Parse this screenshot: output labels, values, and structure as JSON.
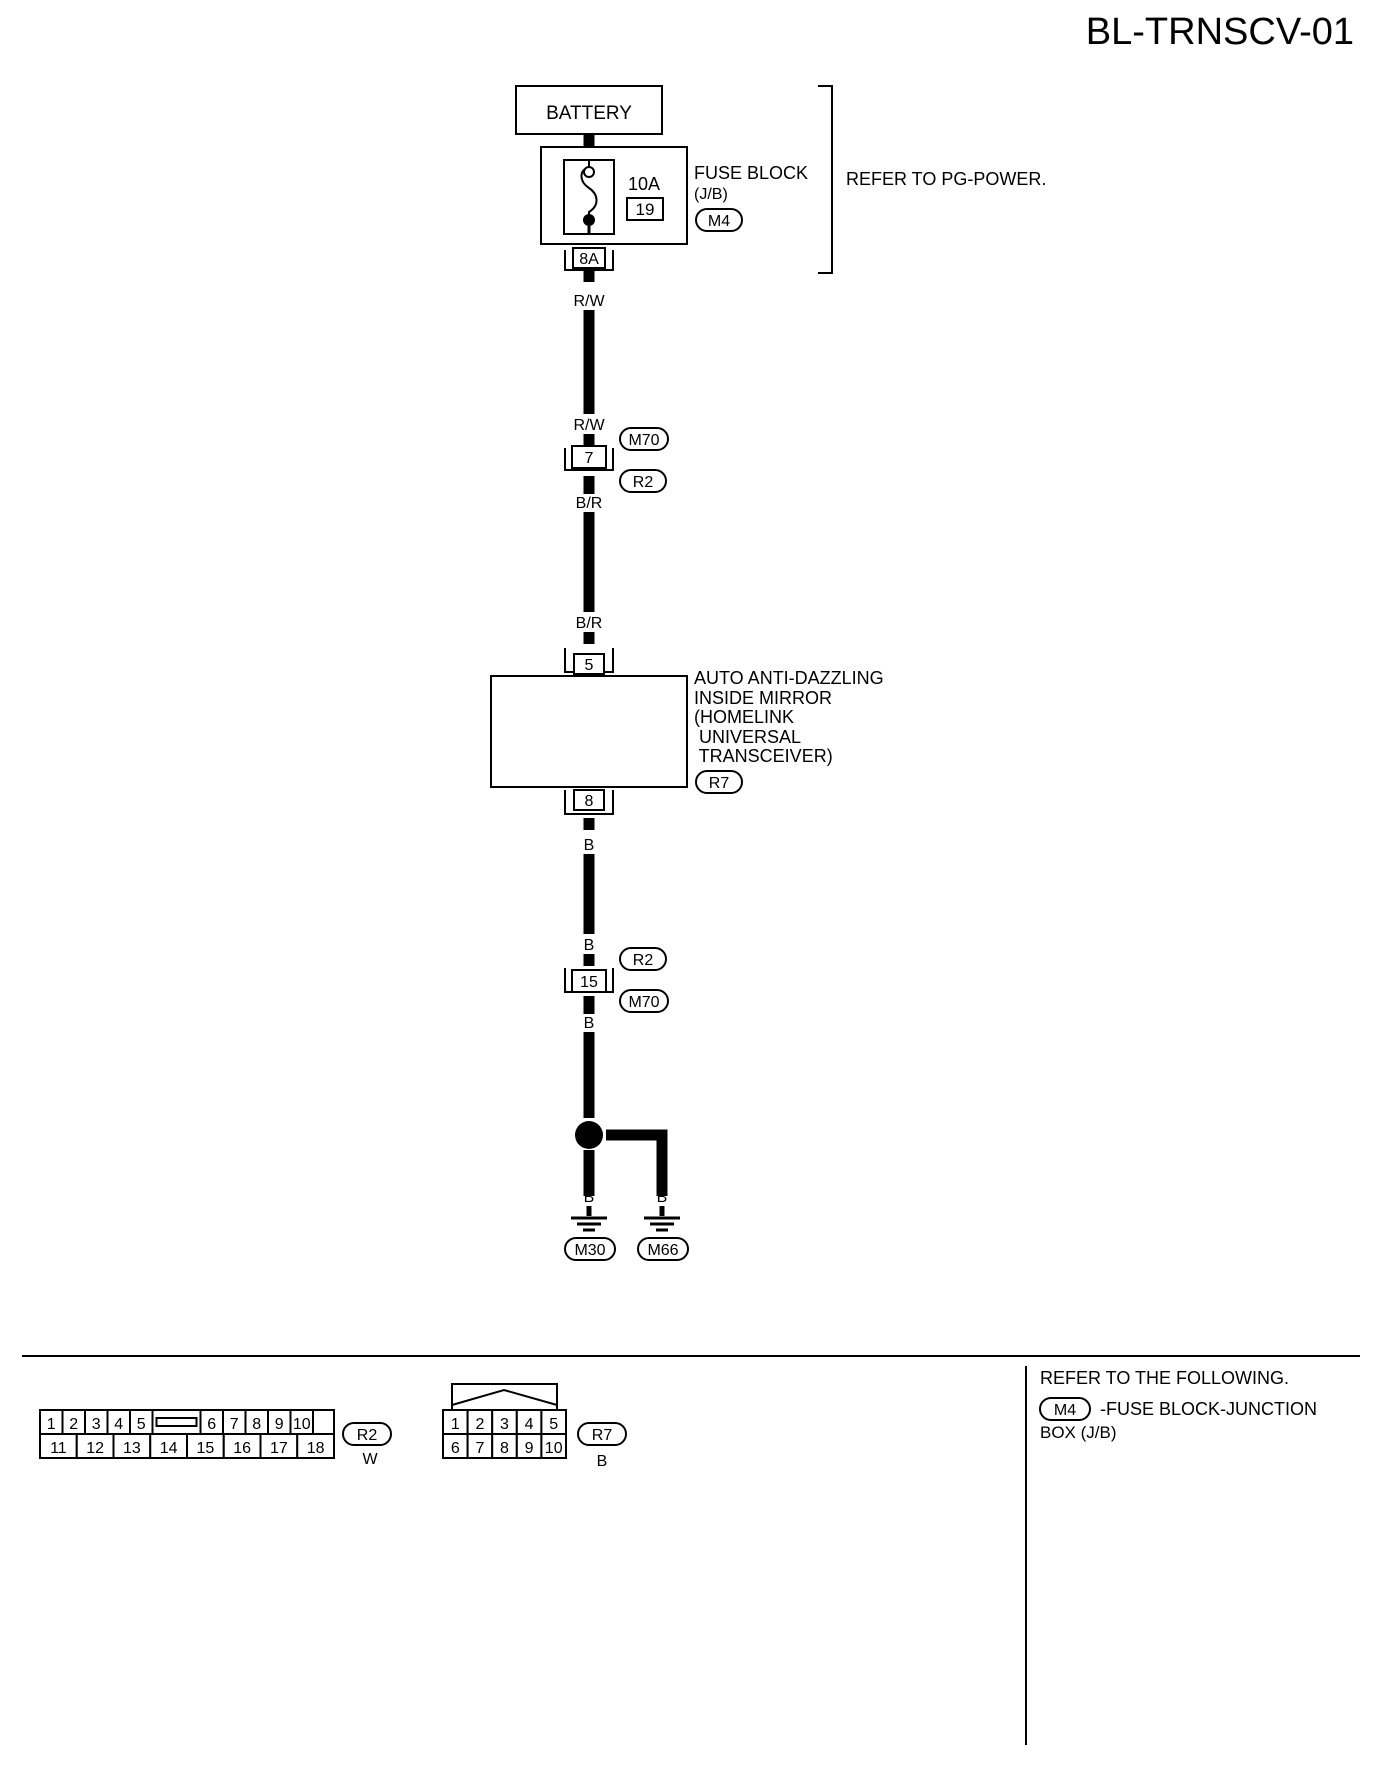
{
  "page_id": "BL-TRNSCV-01",
  "battery": {
    "label": "BATTERY"
  },
  "fuse_block": {
    "fuse_rating": "10A",
    "fuse_number": "19",
    "label_line1": "FUSE BLOCK",
    "label_line2": "(J/B)",
    "connector": "M4",
    "terminal": "8A"
  },
  "refer_note": "REFER TO PG-POWER.",
  "wires": {
    "fuse_out": "R/W",
    "j1_in": "R/W",
    "j1_out": "B/R",
    "mirror_in": "B/R",
    "mirror_out": "B",
    "j2_in": "B",
    "j2_out": "B",
    "ground1": "B",
    "ground2": "B"
  },
  "joint1": {
    "terminal": "7",
    "connector_top": "M70",
    "connector_bottom": "R2"
  },
  "mirror": {
    "terminal_in": "5",
    "terminal_out": "8",
    "label_lines": [
      "AUTO ANTI-DAZZLING",
      "INSIDE MIRROR",
      "(HOMELINK",
      " UNIVERSAL",
      " TRANSCEIVER)"
    ],
    "connector": "R7"
  },
  "joint2": {
    "terminal": "15",
    "connector_top": "R2",
    "connector_bottom": "M70"
  },
  "grounds": {
    "left": "M30",
    "right": "M66"
  },
  "connector_r2": {
    "id": "R2",
    "color": "W",
    "row1": [
      "1",
      "2",
      "3",
      "4",
      "5",
      "6",
      "7",
      "8",
      "9",
      "10"
    ],
    "row2": [
      "11",
      "12",
      "13",
      "14",
      "15",
      "16",
      "17",
      "18"
    ]
  },
  "connector_r7": {
    "id": "R7",
    "color": "B",
    "row1": [
      "1",
      "2",
      "3",
      "4",
      "5"
    ],
    "row2": [
      "6",
      "7",
      "8",
      "9",
      "10"
    ]
  },
  "legend": {
    "heading": "REFER TO THE FOLLOWING.",
    "item_connector": "M4",
    "item_text_line1": "-FUSE BLOCK-JUNCTION",
    "item_text_line2": "BOX (J/B)"
  }
}
